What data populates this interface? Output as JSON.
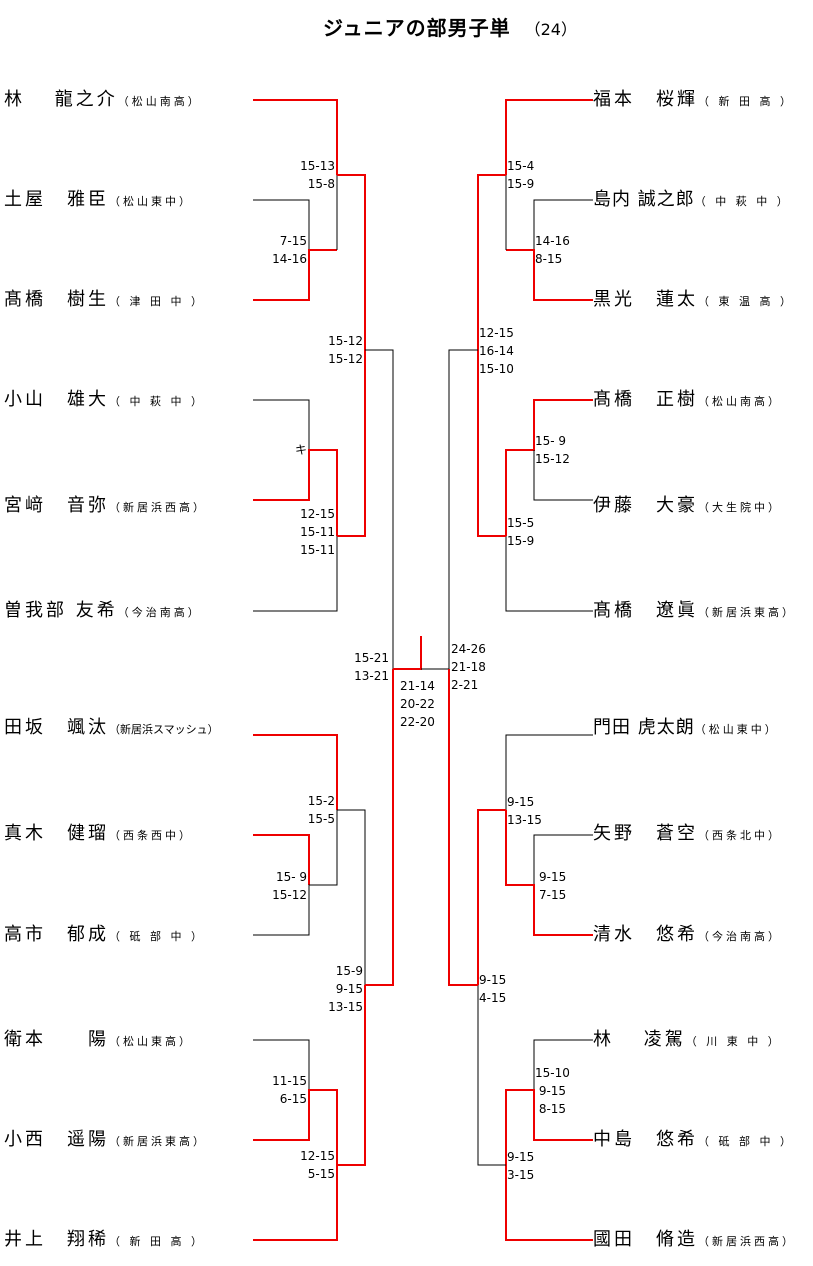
{
  "title": "ジュニアの部男子単",
  "entry_count": "（24）",
  "colors": {
    "winner_line": "#ee0000",
    "loser_line": "#000000"
  },
  "left_players": [
    {
      "name": "林　 龍之介",
      "school": "（松山南高）"
    },
    {
      "name": "土屋　雅臣",
      "school": "（松山東中）"
    },
    {
      "name": "髙橋　樹生",
      "school": "（ 津 田 中 ）"
    },
    {
      "name": "小山　雄大",
      "school": "（ 中 萩 中 ）"
    },
    {
      "name": "宮﨑　音弥",
      "school": "（新居浜西高）"
    },
    {
      "name": "曽我部 友希",
      "school": "（今治南高）"
    },
    {
      "name": "田坂　颯汰",
      "school": "（新居浜スマッシュ）"
    },
    {
      "name": "真木　健瑠",
      "school": "（西条西中）"
    },
    {
      "name": "高市　郁成",
      "school": "（ 砥 部 中 ）"
    },
    {
      "name": "衛本　　陽",
      "school": "（松山東高）"
    },
    {
      "name": "小西　遥陽",
      "school": "（新居浜東高）"
    },
    {
      "name": "井上　翔稀",
      "school": "（ 新 田 高 ）"
    }
  ],
  "right_players": [
    {
      "name": "福本　桜輝",
      "school": "（ 新 田 高 ）"
    },
    {
      "name": "島内 誠之郎",
      "school": "（ 中 萩 中 ）"
    },
    {
      "name": "黒光　蓮太",
      "school": "（ 東 温 高 ）"
    },
    {
      "name": "髙橋　正樹",
      "school": "（松山南高）"
    },
    {
      "name": "伊藤　大豪",
      "school": "（大生院中）"
    },
    {
      "name": "髙橋　遼眞",
      "school": "（新居浜東高）"
    },
    {
      "name": "門田 虎太朗",
      "school": "（松山東中）"
    },
    {
      "name": "矢野　蒼空",
      "school": "（西条北中）"
    },
    {
      "name": "清水　悠希",
      "school": "（今治南高）"
    },
    {
      "name": "林　 凌駕",
      "school": "（ 川 東 中 ）"
    },
    {
      "name": "中島　悠希",
      "school": "（ 砥 部 中 ）"
    },
    {
      "name": "國田　脩造",
      "school": "（新居浜西高）"
    }
  ],
  "scores": {
    "l_r1_a": "7-15\n14-16",
    "l_r2_a": "15-13\n15-8",
    "l_r1_b": "キ",
    "l_r2_b": "12-15\n15-11\n15-11",
    "l_r3_a": "15-12\n15-12",
    "l_r1_c": "15- 9\n15-12",
    "l_r2_c": "15-2\n15-5",
    "l_r1_d": "11-15\n6-15",
    "l_r2_d": "12-15\n5-15",
    "l_r3_b": "15-9\n9-15\n13-15",
    "l_semi": "15-21\n13-21",
    "final": "21-14\n20-22\n22-20",
    "r_semi": "24-26\n21-18\n2-21",
    "r_r1_a": "14-16\n8-15",
    "r_r2_a": "15-4\n15-9",
    "r_r1_b": "15- 9\n15-12",
    "r_r2_b": "15-5\n15-9",
    "r_r3_a": "12-15\n16-14\n15-10",
    "r_r1_c": "9-15\n7-15",
    "r_r2_c": "9-15\n13-15",
    "r_r1_d": "15-10\n 9-15\n 8-15",
    "r_r2_d": "9-15\n3-15",
    "r_r3_b": "9-15\n4-15"
  }
}
